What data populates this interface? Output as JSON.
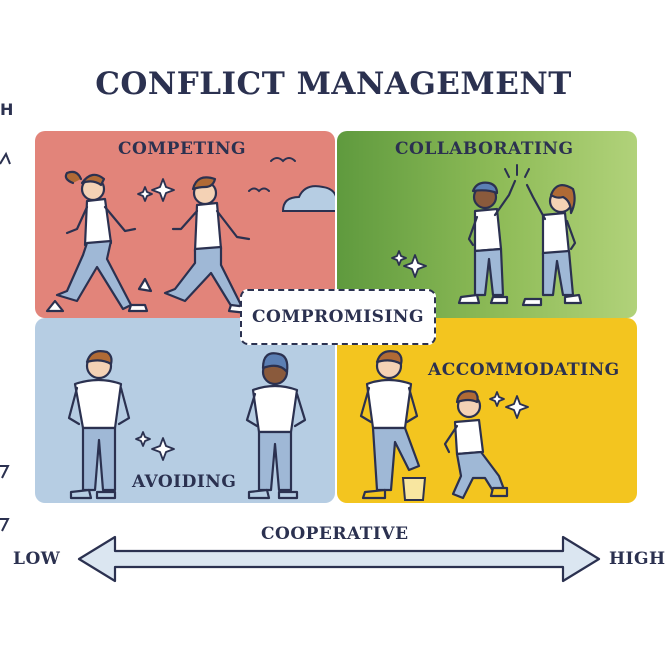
{
  "title": "CONFLICT MANAGEMENT",
  "left_axis": {
    "top_fragment": "H",
    "marks": [
      "^",
      "/",
      "/"
    ]
  },
  "quadrants": {
    "competing": "COMPETING",
    "collaborating": "COLLABORATING",
    "avoiding": "AVOIDING",
    "accommodating": "ACCOMMODATING"
  },
  "center": "COMPROMISING",
  "x_axis": {
    "label": "COOPERATIVE",
    "low": "LOW",
    "high": "HIGH"
  },
  "colors": {
    "competing": "#e2847a",
    "collaborating": "#8fbc58",
    "avoiding": "#b6cde3",
    "accommodating": "#f3c51f",
    "ink": "#2b3150",
    "arrow_fill": "#dbe6f1"
  }
}
